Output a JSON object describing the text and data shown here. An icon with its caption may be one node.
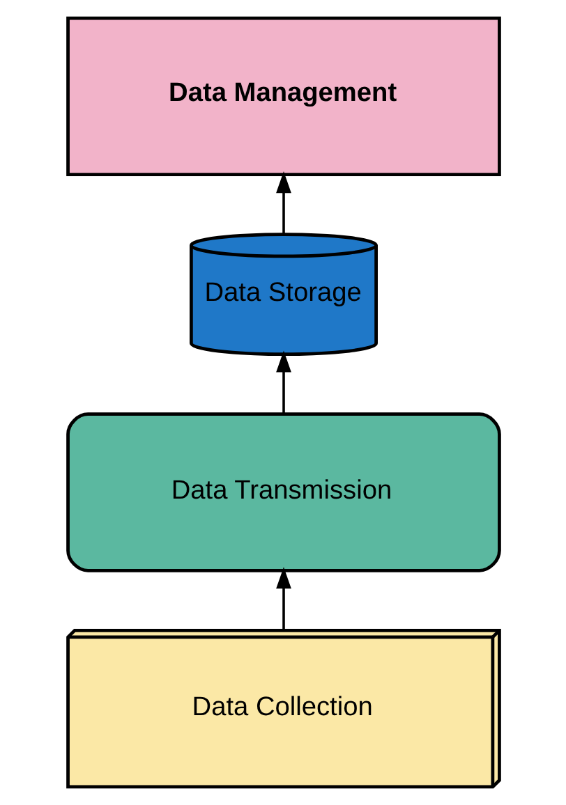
{
  "diagram": {
    "nodes": [
      {
        "text": [
          "Data Management"
        ]
      },
      {
        "text": [
          "Data Storage"
        ]
      },
      {
        "text": [
          "Data Transmission"
        ]
      },
      {
        "text": [
          "Data Collection"
        ]
      }
    ],
    "edges": [
      {
        "from": 2,
        "to": 1,
        "arrow": "to"
      },
      {
        "from": 1,
        "to": 0,
        "arrow": "to"
      },
      {
        "from": 3,
        "to": 2,
        "arrow": "to"
      }
    ]
  }
}
